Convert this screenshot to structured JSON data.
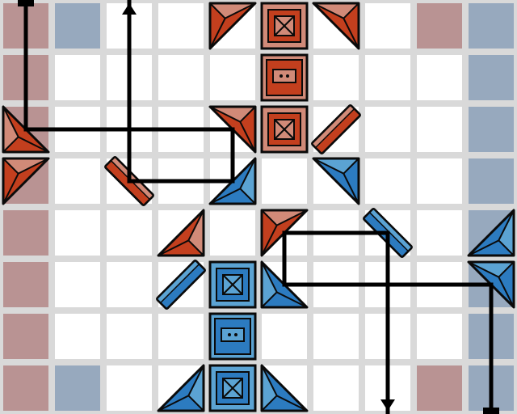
{
  "board": {
    "columns": 10,
    "rows": 8,
    "colors": {
      "grid_line": "#d9d9d9",
      "cell_empty": "#ffffff",
      "tint_red": "#b99393",
      "tint_blue": "#97a9be",
      "red_dark": "#c33f1e",
      "red_light": "#d18a78",
      "blue_dark": "#2c7bc0",
      "blue_light": "#5ba3d3",
      "outline": "#0a0a0a",
      "laser": "#000000"
    },
    "tinted_cells": [
      {
        "col": 0,
        "row": 0,
        "tone": "red"
      },
      {
        "col": 1,
        "row": 0,
        "tone": "blue"
      },
      {
        "col": 8,
        "row": 0,
        "tone": "red"
      },
      {
        "col": 9,
        "row": 0,
        "tone": "blue"
      },
      {
        "col": 0,
        "row": 1,
        "tone": "red"
      },
      {
        "col": 9,
        "row": 1,
        "tone": "blue"
      },
      {
        "col": 0,
        "row": 2,
        "tone": "red"
      },
      {
        "col": 9,
        "row": 2,
        "tone": "blue"
      },
      {
        "col": 0,
        "row": 3,
        "tone": "red"
      },
      {
        "col": 9,
        "row": 3,
        "tone": "blue"
      },
      {
        "col": 0,
        "row": 4,
        "tone": "red"
      },
      {
        "col": 9,
        "row": 4,
        "tone": "blue"
      },
      {
        "col": 0,
        "row": 5,
        "tone": "red"
      },
      {
        "col": 9,
        "row": 5,
        "tone": "blue"
      },
      {
        "col": 0,
        "row": 6,
        "tone": "red"
      },
      {
        "col": 9,
        "row": 6,
        "tone": "blue"
      },
      {
        "col": 0,
        "row": 7,
        "tone": "red"
      },
      {
        "col": 1,
        "row": 7,
        "tone": "blue"
      },
      {
        "col": 8,
        "row": 7,
        "tone": "red"
      },
      {
        "col": 9,
        "row": 7,
        "tone": "blue"
      }
    ],
    "pieces": [
      {
        "kind": "mirror",
        "col": 4,
        "row": 0,
        "team": "red",
        "corner": "tl"
      },
      {
        "kind": "block",
        "col": 5,
        "row": 0,
        "team": "red"
      },
      {
        "kind": "mirror",
        "col": 6,
        "row": 0,
        "team": "red",
        "corner": "tr"
      },
      {
        "kind": "king",
        "col": 5,
        "row": 1,
        "team": "red"
      },
      {
        "kind": "mirror",
        "col": 0,
        "row": 2,
        "team": "red",
        "corner": "bl"
      },
      {
        "kind": "mirror",
        "col": 4,
        "row": 2,
        "team": "red",
        "corner": "tr"
      },
      {
        "kind": "block",
        "col": 5,
        "row": 2,
        "team": "red"
      },
      {
        "kind": "splitter",
        "col": 6,
        "row": 2,
        "team": "red",
        "orientation": "slash"
      },
      {
        "kind": "mirror",
        "col": 0,
        "row": 3,
        "team": "red",
        "corner": "tl"
      },
      {
        "kind": "splitter",
        "col": 2,
        "row": 3,
        "team": "red",
        "orientation": "backslash"
      },
      {
        "kind": "mirror",
        "col": 4,
        "row": 3,
        "team": "blue",
        "corner": "br"
      },
      {
        "kind": "mirror",
        "col": 6,
        "row": 3,
        "team": "blue",
        "corner": "tr"
      },
      {
        "kind": "mirror",
        "col": 3,
        "row": 4,
        "team": "red",
        "corner": "br"
      },
      {
        "kind": "mirror",
        "col": 5,
        "row": 4,
        "team": "red",
        "corner": "tl"
      },
      {
        "kind": "splitter",
        "col": 7,
        "row": 4,
        "team": "blue",
        "orientation": "backslash"
      },
      {
        "kind": "mirror",
        "col": 9,
        "row": 4,
        "team": "blue",
        "corner": "br"
      },
      {
        "kind": "splitter",
        "col": 3,
        "row": 5,
        "team": "blue",
        "orientation": "slash"
      },
      {
        "kind": "block",
        "col": 4,
        "row": 5,
        "team": "blue"
      },
      {
        "kind": "mirror",
        "col": 5,
        "row": 5,
        "team": "blue",
        "corner": "bl"
      },
      {
        "kind": "mirror",
        "col": 9,
        "row": 5,
        "team": "blue",
        "corner": "tr"
      },
      {
        "kind": "king",
        "col": 4,
        "row": 6,
        "team": "blue"
      },
      {
        "kind": "mirror",
        "col": 3,
        "row": 7,
        "team": "blue",
        "corner": "br"
      },
      {
        "kind": "block",
        "col": 4,
        "row": 7,
        "team": "blue"
      },
      {
        "kind": "mirror",
        "col": 5,
        "row": 7,
        "team": "blue",
        "corner": "bl"
      }
    ],
    "lasers": [
      {
        "id": "red-laser",
        "points": [
          [
            0.5,
            0
          ],
          [
            0.5,
            2.5
          ],
          [
            4.5,
            2.5
          ],
          [
            4.5,
            3.5
          ],
          [
            2.5,
            3.5
          ],
          [
            2.5,
            0
          ]
        ],
        "start": "bar",
        "end": "arrow"
      },
      {
        "id": "blue-laser",
        "points": [
          [
            9.5,
            8
          ],
          [
            9.5,
            5.5
          ],
          [
            5.5,
            5.5
          ],
          [
            5.5,
            4.5
          ],
          [
            7.5,
            4.5
          ],
          [
            7.5,
            8
          ]
        ],
        "start": "bar",
        "end": "arrow"
      }
    ]
  }
}
